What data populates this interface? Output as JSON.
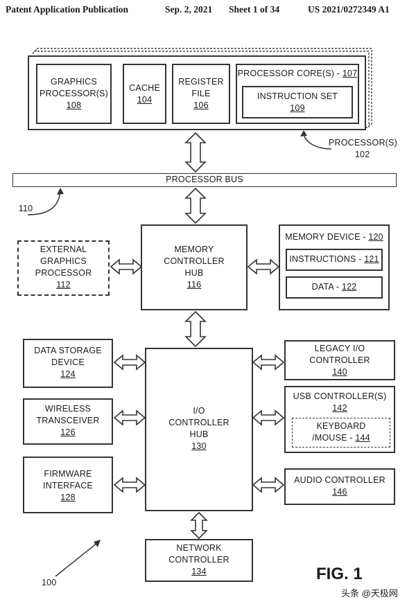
{
  "header": {
    "left": "Patent Application Publication",
    "middle": "Sep. 2, 2021",
    "sheet": "Sheet 1 of 34",
    "right": "US 2021/0272349 A1"
  },
  "processor": {
    "graphics": {
      "line1": "GRAPHICS",
      "line2": "PROCESSOR(S)",
      "num": "108"
    },
    "cache": {
      "line1": "CACHE",
      "num": "104"
    },
    "register": {
      "line1": "REGISTER",
      "line2": "FILE",
      "num": "106"
    },
    "core": {
      "label": "PROCESSOR CORE(S) - ",
      "num": "107"
    },
    "instruction_set": {
      "line1": "INSTRUCTION SET",
      "num": "109"
    },
    "callout": {
      "label": "PROCESSOR(S)",
      "num": "102"
    }
  },
  "bus": {
    "label": "PROCESSOR BUS",
    "ref": "110"
  },
  "external_gfx": {
    "line1": "EXTERNAL",
    "line2": "GRAPHICS",
    "line3": "PROCESSOR",
    "num": "112"
  },
  "mch": {
    "line1": "MEMORY",
    "line2": "CONTROLLER",
    "line3": "HUB",
    "num": "116"
  },
  "memory": {
    "title": "MEMORY DEVICE - ",
    "num": "120",
    "instructions": {
      "label": "INSTRUCTIONS - ",
      "num": "121"
    },
    "data": {
      "label": "DATA - ",
      "num": "122"
    }
  },
  "ich": {
    "line1": "I/O",
    "line2": "CONTROLLER",
    "line3": "HUB",
    "num": "130"
  },
  "data_storage": {
    "line1": "DATA STORAGE",
    "line2": "DEVICE",
    "num": "124"
  },
  "wireless": {
    "line1": "WIRELESS",
    "line2": "TRANSCEIVER",
    "num": "126"
  },
  "firmware": {
    "line1": "FIRMWARE",
    "line2": "INTERFACE",
    "num": "128"
  },
  "legacy_io": {
    "line1": "LEGACY I/O",
    "line2": "CONTROLLER",
    "num": "140"
  },
  "usb": {
    "line1": "USB CONTROLLER(S)",
    "num": "142",
    "kbd_line1": "KEYBOARD",
    "kbd_line2": "/MOUSE - ",
    "kbd_num": "144"
  },
  "audio": {
    "line1": "AUDIO CONTROLLER",
    "num": "146"
  },
  "network": {
    "line1": "NETWORK",
    "line2": "CONTROLLER",
    "num": "134"
  },
  "system_ref": "100",
  "figure_label": "FIG. 1",
  "watermark": "头条 @天极网"
}
